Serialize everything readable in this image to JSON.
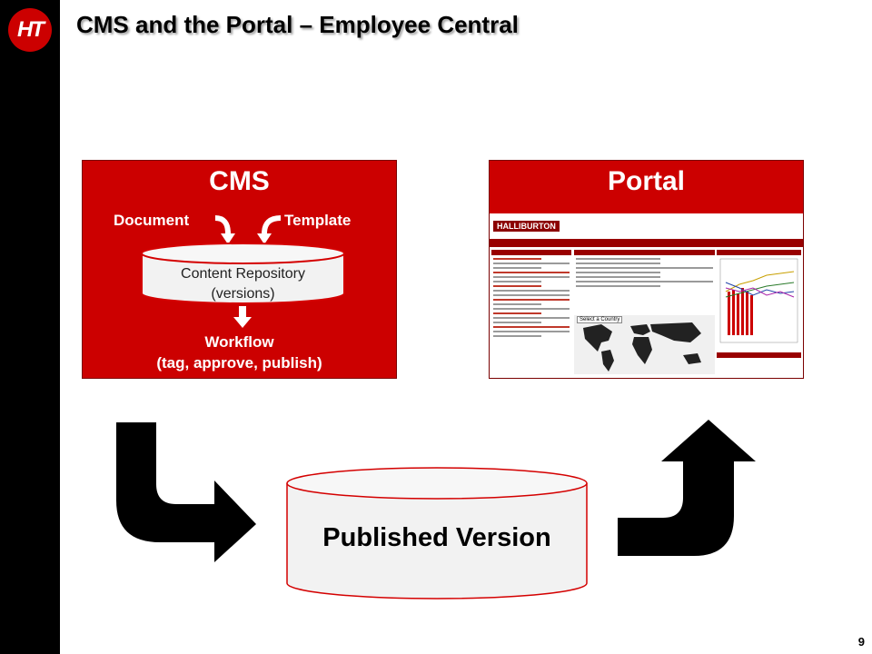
{
  "header": {
    "logo_text": "HT",
    "title": "CMS and the Portal – Employee Central",
    "page_number": "9"
  },
  "cms": {
    "title": "CMS",
    "document_label": "Document",
    "template_label": "Template",
    "repository_label": "Content Repository",
    "repository_sub": "(versions)",
    "workflow_label": "Workflow",
    "workflow_sub": "(tag, approve, publish)"
  },
  "portal": {
    "title": "Portal",
    "screenshot": {
      "brand": "HALLIBURTON",
      "country_select": "Select a Country"
    }
  },
  "published": {
    "label": "Published Version"
  },
  "colors": {
    "accent_red": "#cc0000",
    "sidebar": "#000000",
    "cylinder_fill": "#f2f2f2",
    "cylinder_edge": "#d40000"
  }
}
